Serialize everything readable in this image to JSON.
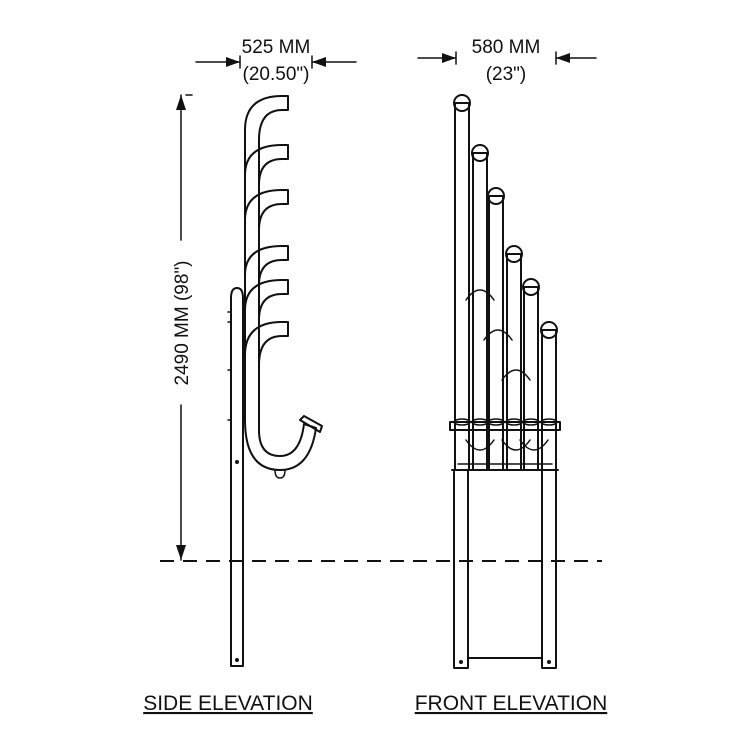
{
  "dimensions": {
    "side_width": {
      "metric": "525 MM",
      "imperial": "(20.50\")"
    },
    "front_width": {
      "metric": "580 MM",
      "imperial": "(23\")"
    },
    "height": {
      "label": "2490 MM (98\")"
    }
  },
  "views": {
    "side": {
      "title": "SIDE ELEVATION"
    },
    "front": {
      "title": "FRONT ELEVATION"
    }
  },
  "colors": {
    "ink": "#111111",
    "background": "#ffffff"
  }
}
